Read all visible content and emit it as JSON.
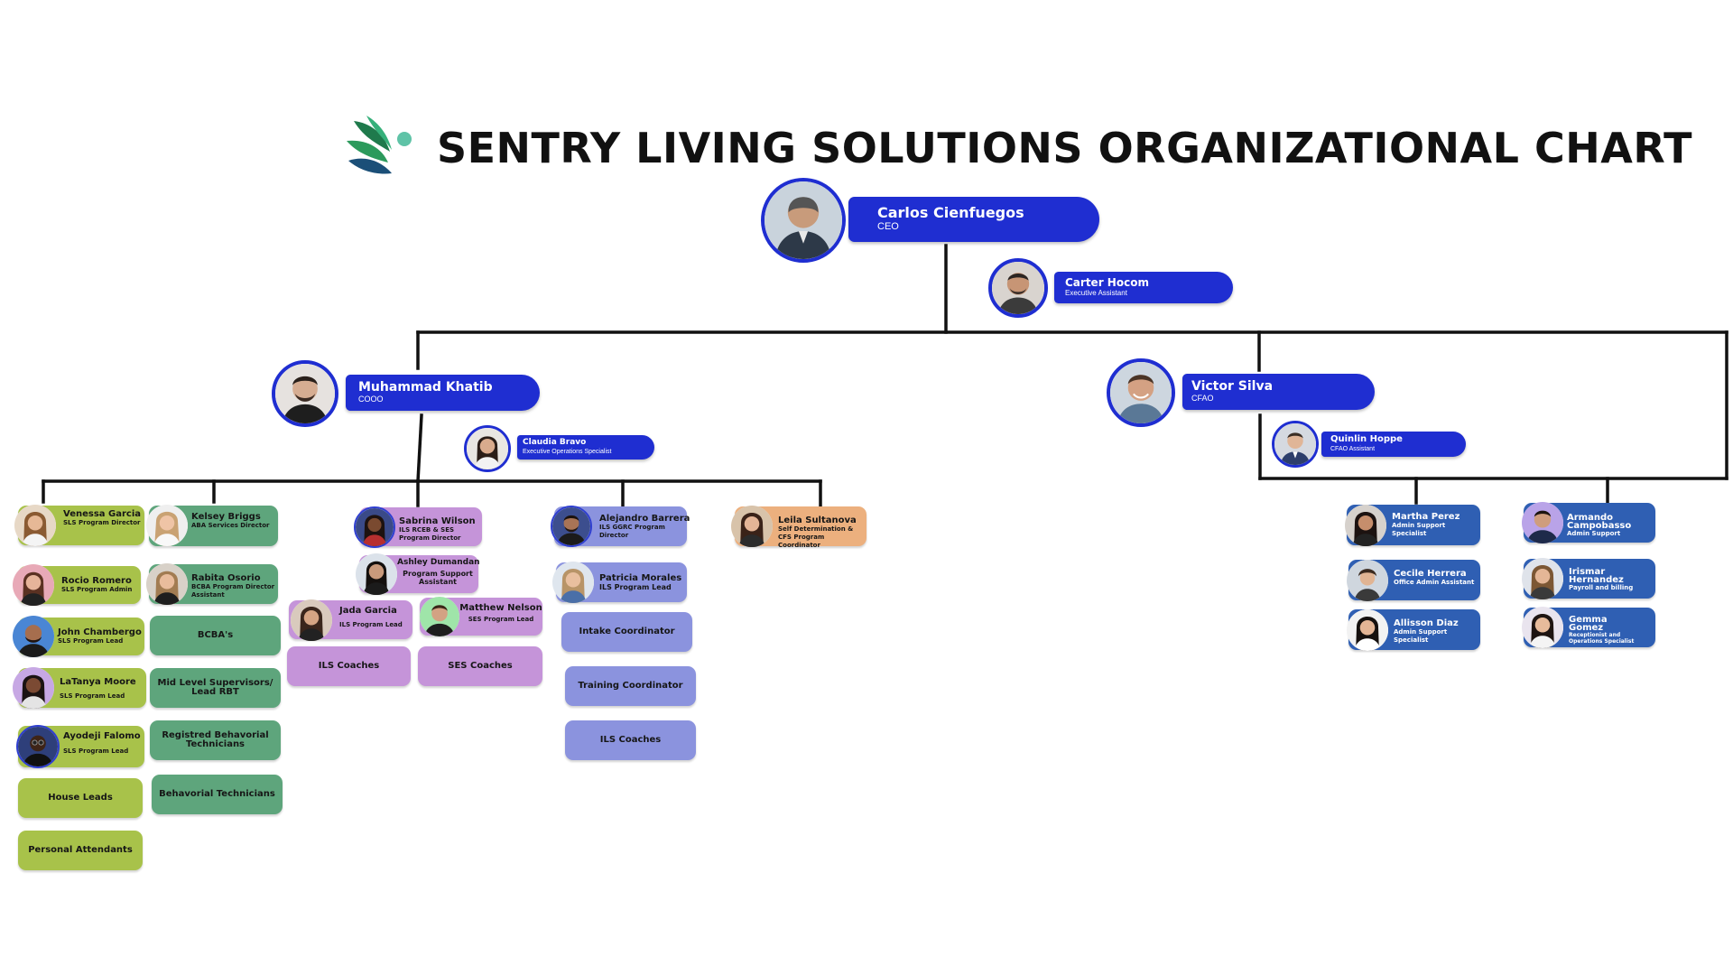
{
  "title": "SENTRY LIVING SOLUTIONS ORGANIZATIONAL CHART",
  "colors": {
    "exec_blue": "#1f2ed1",
    "exec_blue_dark": "#0e1878",
    "sls_green": "#a8c24a",
    "aba_green": "#5ea57c",
    "ils_purple": "#c594d9",
    "ils_periwinkle": "#8b93de",
    "sdp_orange": "#ecb07e",
    "finance_blue": "#2f5fb3",
    "line": "#111111"
  },
  "executives": {
    "ceo": {
      "name": "Carlos Cienfuegos",
      "role": "CEO",
      "icon": "avatar-icon"
    },
    "ceo_assistant": {
      "name": "Carter Hocom",
      "role": "Executive Assistant",
      "icon": "avatar-icon"
    },
    "coo": {
      "name": "Muhammad Khatib",
      "role": "COOO",
      "icon": "avatar-icon"
    },
    "coo_assistant": {
      "name": "Claudia Bravo",
      "role": "Executive Operations Specialist",
      "icon": "avatar-icon"
    },
    "cfao": {
      "name": "Victor Silva",
      "role": "CFAO",
      "icon": "avatar-icon"
    },
    "cfao_assistant": {
      "name": "Quinlin Hoppe",
      "role": "CFAO Assistant",
      "icon": "avatar-icon"
    }
  },
  "sls": {
    "people": [
      {
        "name": "Venessa Garcia",
        "role": "SLS Program Director"
      },
      {
        "name": "Rocio Romero",
        "role": "SLS Program Admin"
      },
      {
        "name": "John Chambergo",
        "role": "SLS Program Lead"
      },
      {
        "name": "LaTanya Moore",
        "role": "SLS Program Lead"
      },
      {
        "name": "Ayodeji Falomo",
        "role": "SLS Program Lead"
      }
    ],
    "groups": [
      "House Leads",
      "Personal Attendants"
    ]
  },
  "aba": {
    "people": [
      {
        "name": "Kelsey Briggs",
        "role": "ABA Services Director"
      },
      {
        "name": "Rabita Osorio",
        "role": "BCBA Program Director Assistant"
      }
    ],
    "groups": [
      "BCBA's",
      "Mid Level Supervisors/ Lead RBT",
      "Registred Behavorial Technicians",
      "Behavorial Technicians"
    ]
  },
  "ils_rceb": {
    "people": [
      {
        "name": "Sabrina Wilson",
        "role": "ILS RCEB & SES Program Director"
      },
      {
        "name": "Ashley Dumandan",
        "role": "Program Support Assistant"
      },
      {
        "name": "Jada Garcia",
        "role": "ILS Program Lead"
      },
      {
        "name": "Matthew Nelson",
        "role": "SES Program Lead"
      }
    ],
    "groups": [
      "ILS Coaches",
      "SES Coaches"
    ]
  },
  "ils_ggrc": {
    "people": [
      {
        "name": "Alejandro Barrera",
        "role": "ILS GGRC Program Director"
      },
      {
        "name": "Patricia Morales",
        "role": "ILS Program Lead"
      }
    ],
    "groups": [
      "Intake Coordinator",
      "Training Coordinator",
      "ILS Coaches"
    ]
  },
  "sdp": {
    "people": [
      {
        "name": "Leila Sultanova",
        "role": "Self Determination & CFS Program Coordinator"
      }
    ]
  },
  "finance": {
    "people": [
      {
        "name": "Martha Perez",
        "role": "Admin Support Specialist"
      },
      {
        "name": "Cecile Herrera",
        "role": "Office Admin Assistant"
      },
      {
        "name": "Allisson Diaz",
        "role": "Admin Support Specialist"
      },
      {
        "name": "Armando Campobasso",
        "role": "Admin Support"
      },
      {
        "name": "Irismar Hernandez",
        "role": "Payroll and billing"
      },
      {
        "name": "Gemma Gomez",
        "role": "Receptionist and Operations Specialist"
      }
    ]
  }
}
